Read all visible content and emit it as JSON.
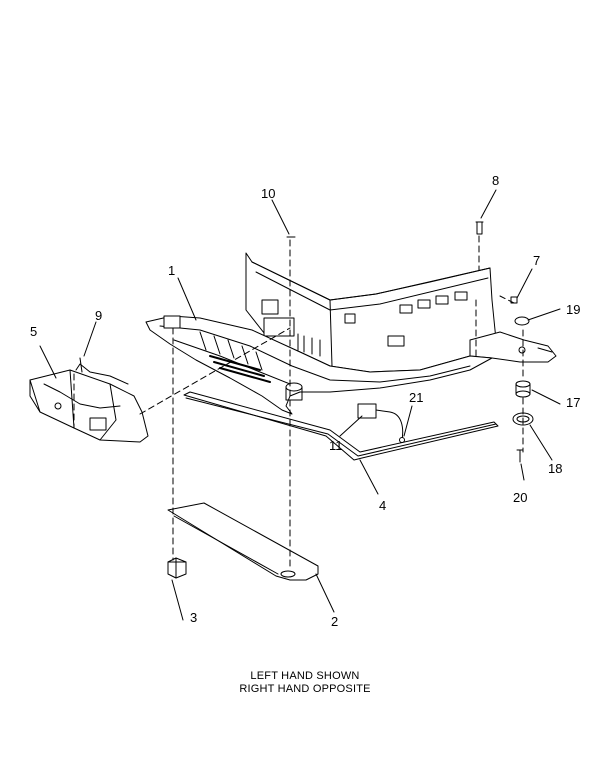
{
  "diagram": {
    "callouts": {
      "c1": "1",
      "c2": "2",
      "c3": "3",
      "c4": "4",
      "c5": "5",
      "c7": "7",
      "c8": "8",
      "c9": "9",
      "c10": "10",
      "c11": "11",
      "c17": "17",
      "c18": "18",
      "c19": "19",
      "c20": "20",
      "c21": "21"
    },
    "caption": {
      "line1": "LEFT HAND SHOWN",
      "line2": "RIGHT HAND OPPOSITE"
    },
    "colors": {
      "line": "#000000",
      "part_fill": "#ffffff",
      "shade": "#cfcfcf"
    }
  }
}
